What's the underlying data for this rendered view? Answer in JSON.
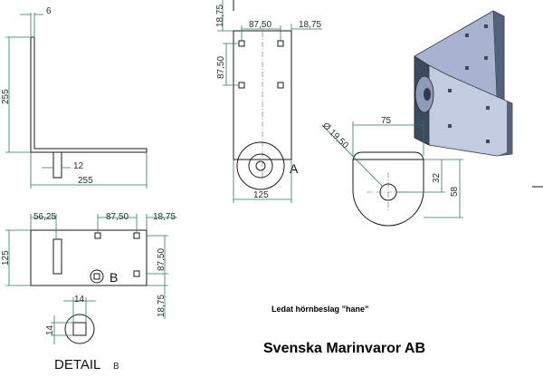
{
  "drawing": {
    "title_note": "Ledat hörnbeslag ”hane”",
    "company": "Svenska Marinvaror AB",
    "detail_label": "DETAIL",
    "detail_ref": "B",
    "callout_a": "A",
    "callout_b": "B"
  },
  "views": {
    "side": {
      "thickness": "6",
      "height": "255",
      "width": "255",
      "pin_offset": "12"
    },
    "front": {
      "top_gap": "18,75",
      "hole_spacing_x": "87,50",
      "right_gap": "18,75",
      "hole_spacing_y": "87,50",
      "width": "125"
    },
    "hinge": {
      "diameter": "Ø 19,50",
      "width": "75",
      "hole_height": "32",
      "total_height": "58"
    },
    "bottom": {
      "left_offset": "56,25",
      "hole_spacing_x": "87,50",
      "right_gap": "18,75",
      "height": "125",
      "hole_spacing_y": "87,50",
      "bottom_gap": "18,75"
    },
    "detail": {
      "width": "14",
      "height": "14"
    }
  },
  "colors": {
    "dimension": "#2a7a66",
    "part_3d_dark": "#3d4a5e",
    "part_3d_light": "#c3cbe0"
  }
}
